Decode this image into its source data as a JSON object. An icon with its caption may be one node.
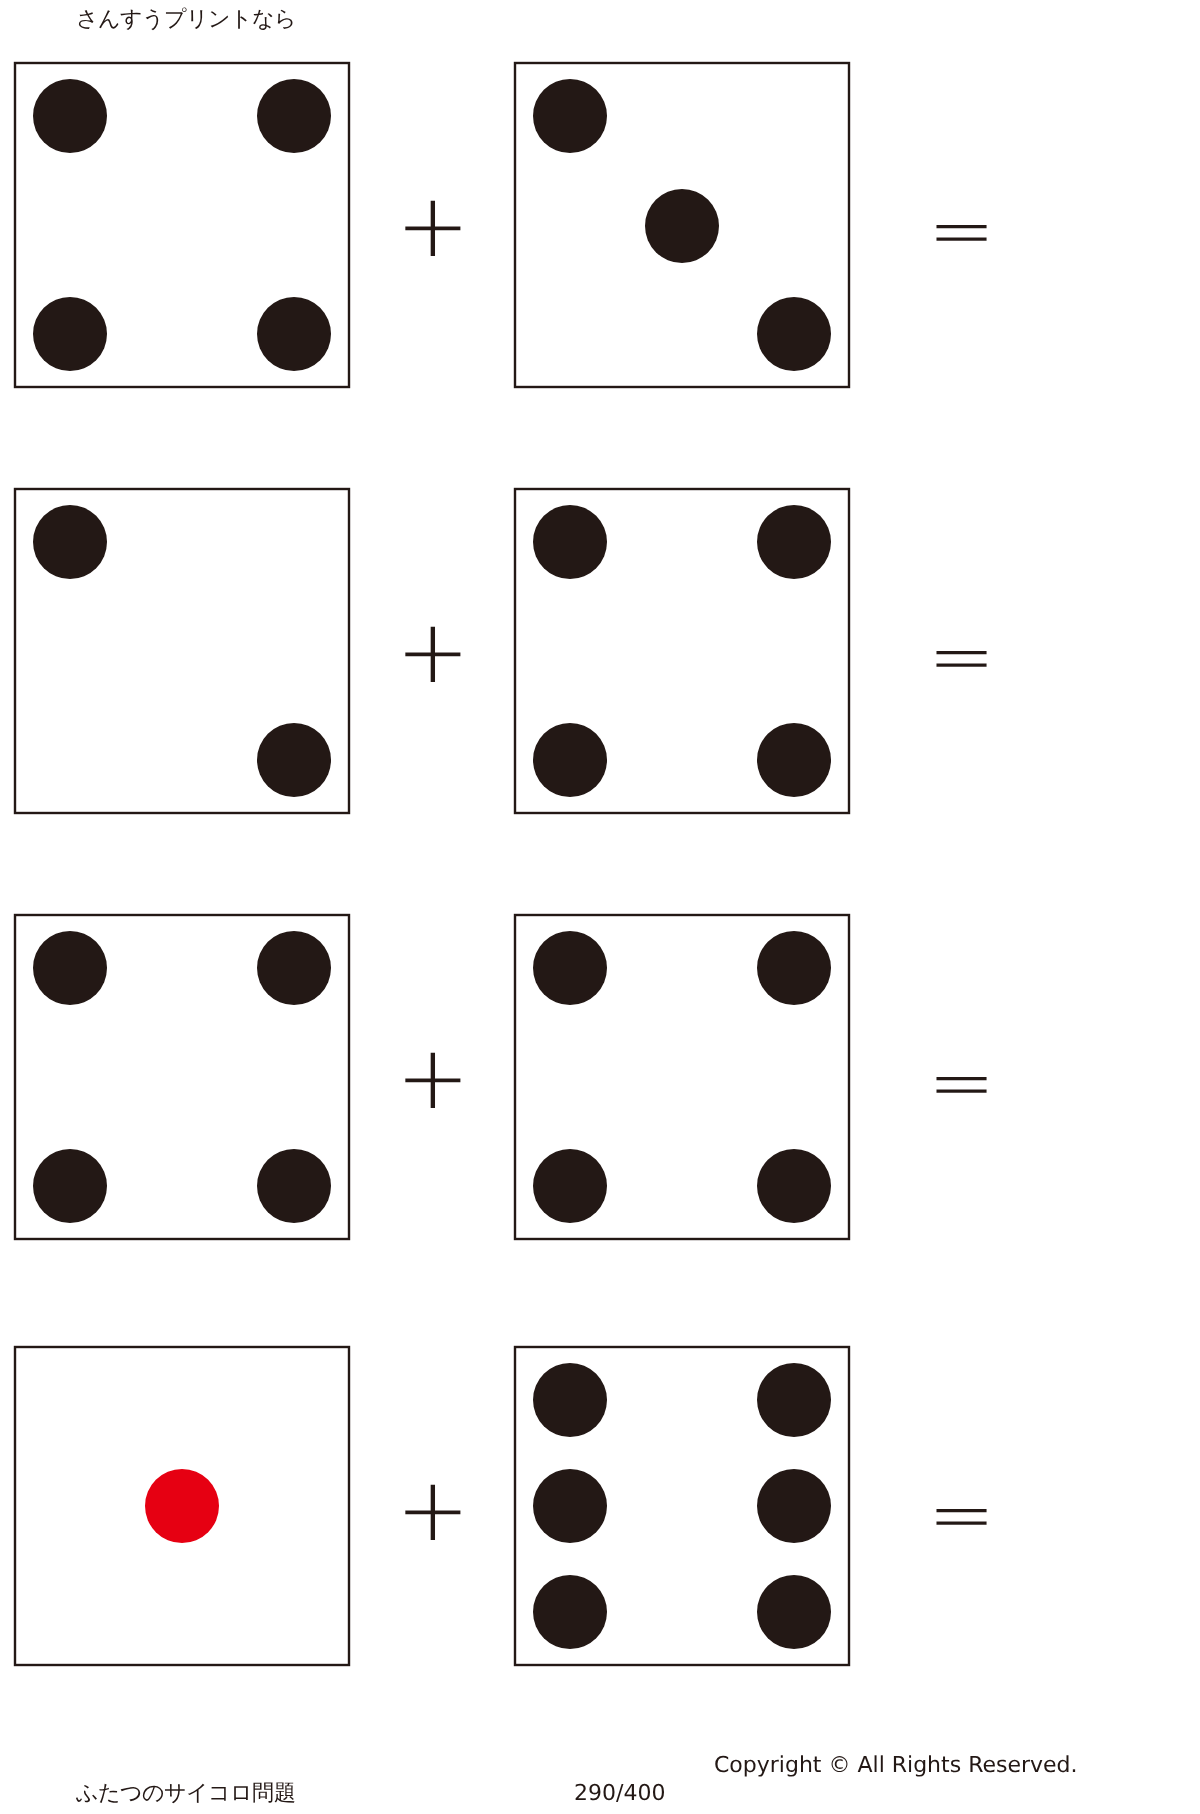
{
  "diagram": {
    "labels": [
      "さんすうプリントなら",
      "+",
      "=",
      "+",
      "=",
      "+",
      "=",
      "+",
      "=",
      "ふたつのサイコロ問題",
      "290/400",
      "Copyright © All Rights Reserved."
    ]
  }
}
